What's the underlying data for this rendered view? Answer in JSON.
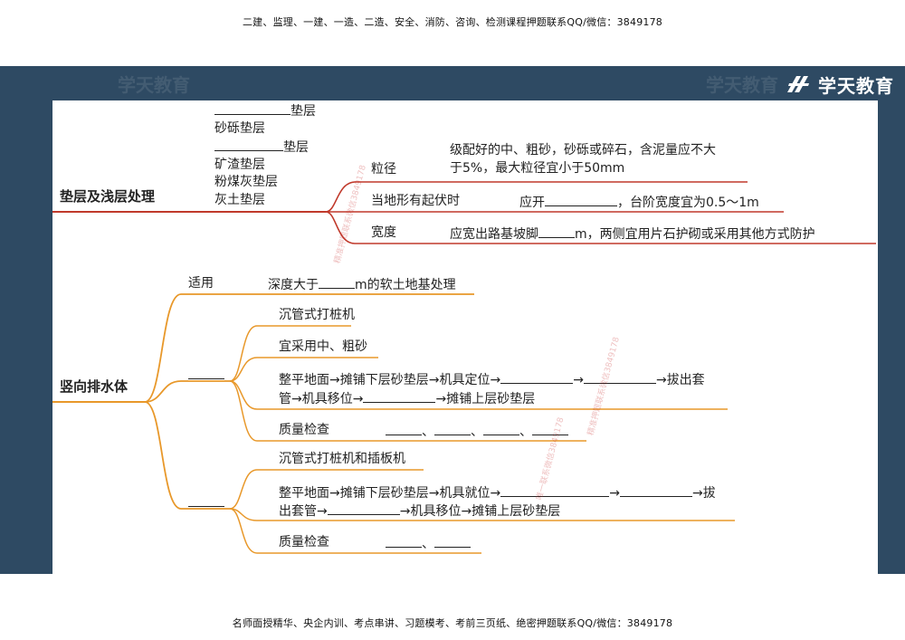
{
  "header": {
    "text": "二建、监理、一建、一造、二造、安全、消防、咨询、检测课程押题联系QQ/微信：3849178"
  },
  "footer": {
    "text": "名师面授精华、央企内训、考点串讲、习题模考、考前三页纸、绝密押题联系QQ/微信：3849178"
  },
  "brand": {
    "name": "学天教育",
    "watermark": "学天教育"
  },
  "stamps": [
    "精准押题联系微信3849178",
    "精准押题联系微信3849178",
    "唯一联系微信3849178"
  ],
  "colors": {
    "panel": "#2e4a63",
    "red_branch": "#c0392b",
    "orange_branch": "#e8982a"
  },
  "node1": {
    "title": "垫层及浅层处理",
    "items": [
      "垫层",
      "砂砾垫层",
      "垫层",
      "矿渣垫层",
      "粉煤灰垫层",
      "灰土垫层"
    ],
    "branches": {
      "particle": {
        "label": "粒径",
        "text1": "级配好的中、粗砂，砂砾或碎石，含泥量应不大",
        "text2": "于5%，最大粒径宜小于50mm"
      },
      "terrain": {
        "label": "当地形有起伏时",
        "pre": "应开",
        "post": "，台阶宽度宜为0.5～1m"
      },
      "width": {
        "label": "宽度",
        "pre": "应宽出路基坡脚",
        "post": "m，两侧宜用片石护砌或采用其他方式防护"
      }
    }
  },
  "node2": {
    "title": "竖向排水体",
    "apply": {
      "label": "适用",
      "pre": "深度大于",
      "post": "m的软土地基处理"
    },
    "groupA": {
      "machine": "沉管式打桩机",
      "sand": "宜采用中、粗砂",
      "step_l1_a": "整平地面→摊铺下层砂垫层→机具定位→",
      "step_l1_b": "→",
      "step_l1_c": "→拔出套",
      "step_l2_a": "管→机具移位→",
      "step_l2_b": "→摊铺上层砂垫层",
      "quality": "质量检查",
      "sep": "、"
    },
    "groupB": {
      "machine": "沉管式打桩机和插板机",
      "step_l1_a": "整平地面→摊铺下层砂垫层→机具就位→",
      "step_l1_b": "→",
      "step_l1_c": "→拔",
      "step_l2_a": "出套管→",
      "step_l2_b": "→机具移位→摊铺上层砂垫层",
      "quality": "质量检查",
      "sep": "、"
    }
  }
}
